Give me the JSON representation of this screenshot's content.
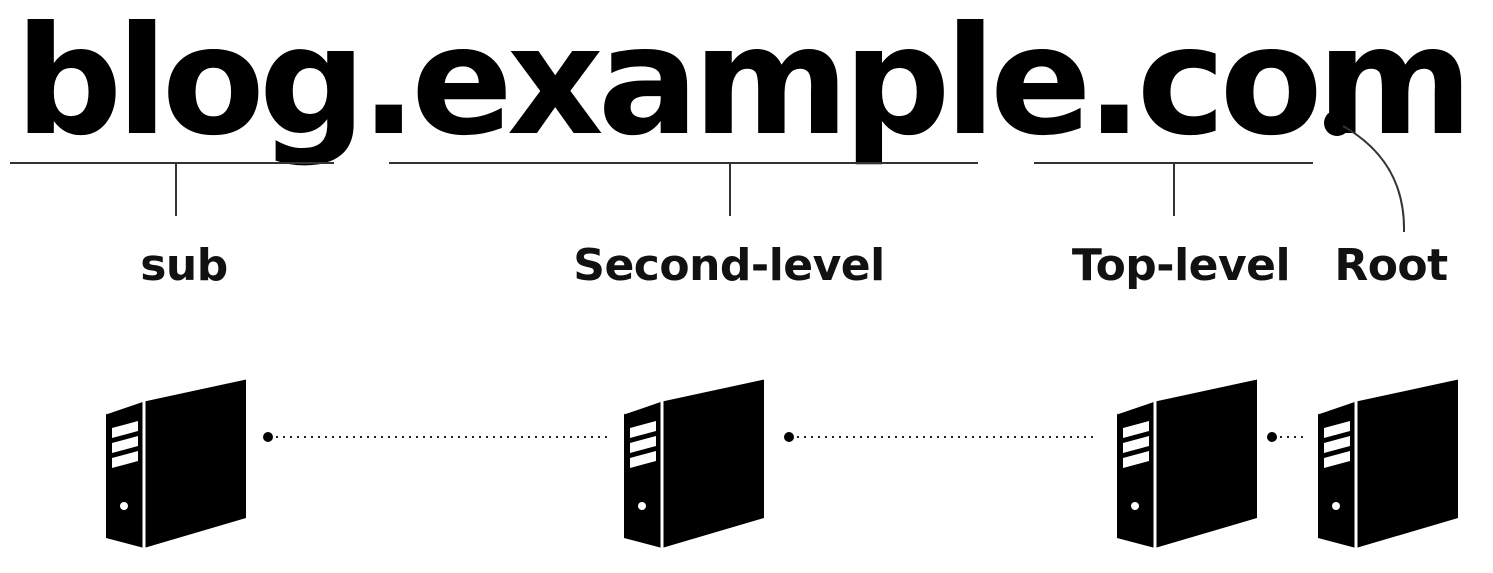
{
  "domain": {
    "segments": [
      {
        "id": "sub",
        "text": "blog"
      },
      {
        "id": "dot1",
        "text": "."
      },
      {
        "id": "second",
        "text": "example"
      },
      {
        "id": "dot2",
        "text": "."
      },
      {
        "id": "top",
        "text": "com"
      },
      {
        "id": "root-dot",
        "text": "."
      }
    ]
  },
  "labels": {
    "sub": "sub",
    "second_level": "Second-level",
    "top_level": "Top-level",
    "root": "Root"
  },
  "servers": [
    {
      "id": "sub",
      "icon": "server-tower-icon"
    },
    {
      "id": "second-level",
      "icon": "server-tower-icon"
    },
    {
      "id": "top-level",
      "icon": "server-tower-icon"
    },
    {
      "id": "root",
      "icon": "server-tower-icon"
    }
  ],
  "colors": {
    "ink": "#000000",
    "line": "#333333",
    "background": "#ffffff"
  }
}
